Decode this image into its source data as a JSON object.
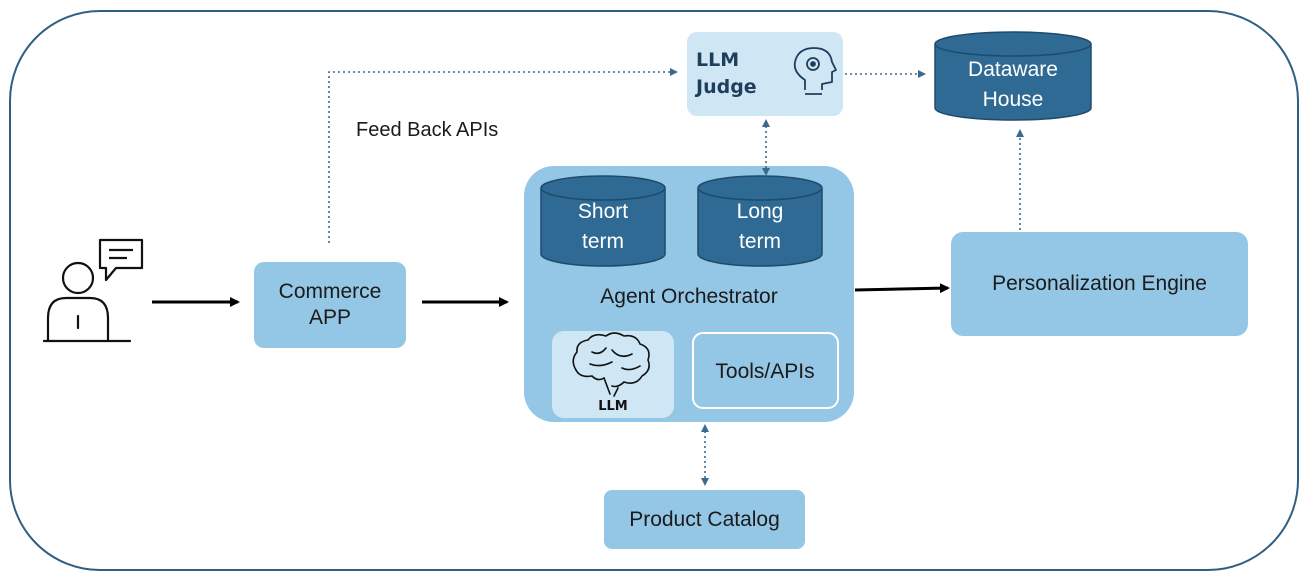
{
  "nodes": {
    "llm_judge": {
      "line1": "LLM",
      "line2": "Judge"
    },
    "data_warehouse": {
      "line1": "Dataware",
      "line2": "House"
    },
    "commerce_app": {
      "line1": "Commerce",
      "line2": "APP"
    },
    "orchestrator": {
      "title": "Agent Orchestrator"
    },
    "short_term": {
      "line1": "Short",
      "line2": "term"
    },
    "long_term": {
      "line1": "Long",
      "line2": "term"
    },
    "llm": {
      "label": "LLM"
    },
    "tools": {
      "label": "Tools/APIs"
    },
    "personalization": {
      "label": "Personalization Engine"
    },
    "product_catalog": {
      "label": "Product Catalog"
    }
  },
  "edge_labels": {
    "feedback": "Feed Back APIs"
  },
  "icons": [
    "user-icon",
    "chat-bubble-icon",
    "brain-icon",
    "robot-head-icon"
  ],
  "colors": {
    "frame": "#2f5f82",
    "box_fill": "#94c6e5",
    "light_fill": "#cfe6f5",
    "cylinder": "#2e6a93",
    "arrow_solid": "#000000",
    "arrow_dotted": "#3a6b8f"
  }
}
